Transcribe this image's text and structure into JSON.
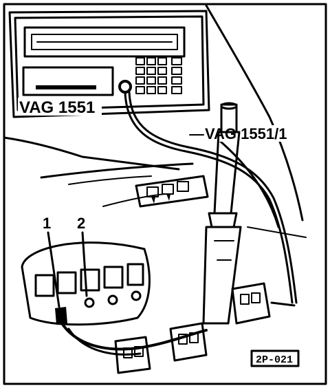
{
  "diagram": {
    "labels": {
      "tester": "VAG 1551",
      "adapter": "VAG 1551/1",
      "callout_1": "1",
      "callout_2": "2",
      "figure_code": "2P-021"
    }
  }
}
